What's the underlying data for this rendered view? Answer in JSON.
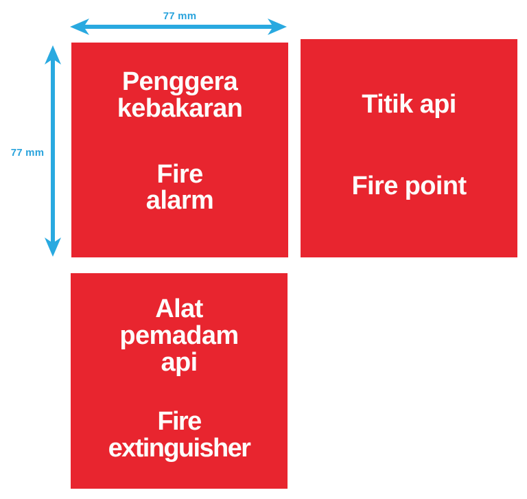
{
  "page": {
    "background_color": "#ffffff",
    "sign_color": "#e8252f",
    "sign_text_color": "#fdfdfb",
    "dimension_color": "#29a3dc"
  },
  "dimensions": {
    "width": {
      "label": "77 mm",
      "icon": "double-headed-arrow-horizontal-icon"
    },
    "height": {
      "label": "77 mm",
      "icon": "double-headed-arrow-vertical-icon"
    }
  },
  "signs": [
    {
      "id": "fire-alarm",
      "malay": "Penggera\nkebakaran",
      "english": "Fire\nalarm"
    },
    {
      "id": "fire-point",
      "malay": "Titik api",
      "english": "Fire point"
    },
    {
      "id": "fire-extinguisher",
      "malay": "Alat\npemadam\napi",
      "english": "Fire\nextinguisher"
    }
  ]
}
